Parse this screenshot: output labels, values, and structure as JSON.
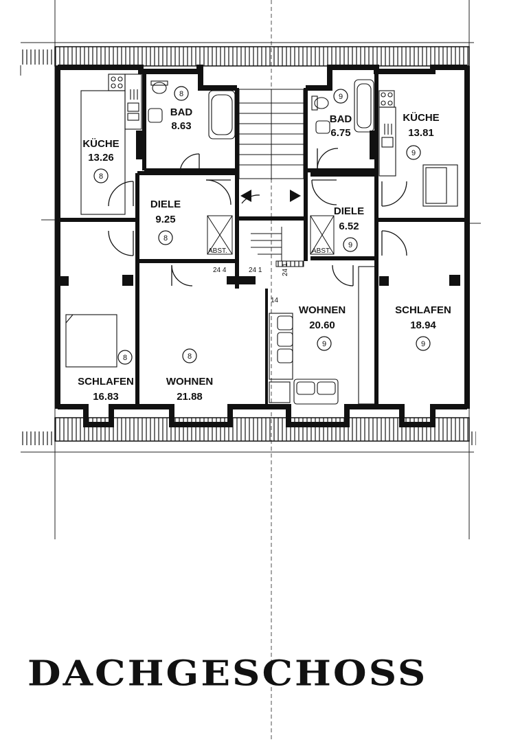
{
  "floor_title": "DACHGESCHOSS",
  "rooms": {
    "kueche_left": {
      "name": "KÜCHE",
      "area": "13.26",
      "unit": "8"
    },
    "bad_left": {
      "name": "BAD",
      "area": "8.63",
      "unit": "8"
    },
    "diele_left": {
      "name": "DIELE",
      "area": "9.25",
      "unit": "8"
    },
    "schlafen_left": {
      "name": "SCHLAFEN",
      "area": "16.83",
      "unit": "8"
    },
    "wohnen_left": {
      "name": "WOHNEN",
      "area": "21.88",
      "unit": "8"
    },
    "bad_right": {
      "name": "BAD",
      "area": "6.75",
      "unit": "9"
    },
    "kueche_right": {
      "name": "KÜCHE",
      "area": "13.81",
      "unit": "9"
    },
    "diele_right": {
      "name": "DIELE",
      "area": "6.52",
      "unit": "9"
    },
    "wohnen_right": {
      "name": "WOHNEN",
      "area": "20.60",
      "unit": "9"
    },
    "schlafen_right": {
      "name": "SCHLAFEN",
      "area": "18.94",
      "unit": "9"
    }
  },
  "labels": {
    "abst_left": "ABST.",
    "abst_right": "ABST.",
    "stair_241_a": "24 4",
    "stair_241_b": "24 1",
    "stair_241_c": "24 1",
    "stair_14": "14"
  }
}
